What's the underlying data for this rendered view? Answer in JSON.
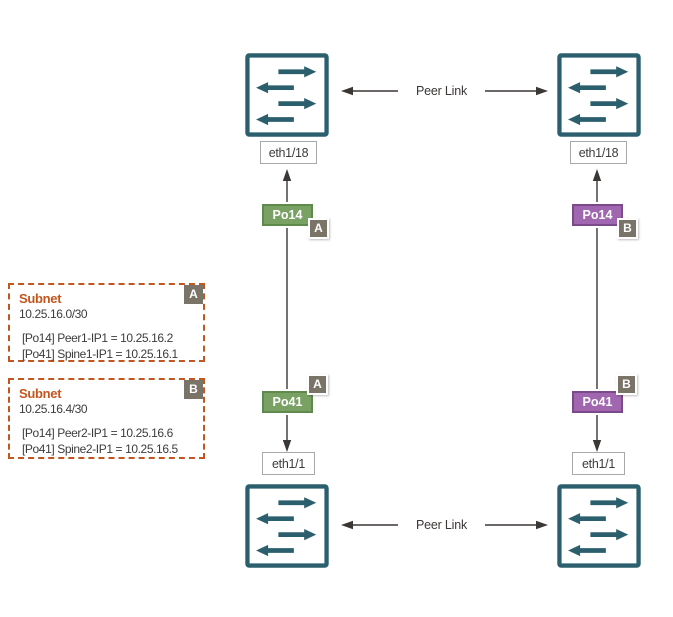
{
  "colors": {
    "switch_teal": "#2C5F6E",
    "connector_dark": "#3B3735",
    "po_green_fill": "#7AA164",
    "po_green_border": "#5E8A4C",
    "po_purple_fill": "#A166B0",
    "po_purple_border": "#7C4A8A",
    "ref_badge_gray": "#7A7367",
    "subnet_orange": "#C2561F",
    "text_dark": "#3C3C3C"
  },
  "devices": {
    "top_left": {
      "port": "eth1/18"
    },
    "top_right": {
      "port": "eth1/18"
    },
    "bottom_left": {
      "port": "eth1/1"
    },
    "bottom_right": {
      "port": "eth1/1"
    }
  },
  "links": {
    "peer_link_top": "Peer Link",
    "peer_link_bottom": "Peer Link"
  },
  "port_channels": {
    "left_po14": {
      "label": "Po14",
      "ref": "A"
    },
    "left_po41": {
      "label": "Po41",
      "ref": "A"
    },
    "right_po14": {
      "label": "Po14",
      "ref": "B"
    },
    "right_po41": {
      "label": "Po41",
      "ref": "B"
    }
  },
  "subnets": [
    {
      "ref": "A",
      "title": "Subnet",
      "cidr": "10.25.16.0/30",
      "entries": [
        "[Po14] Peer1-IP1 = 10.25.16.2",
        "[Po41] Spine1-IP1 = 10.25.16.1"
      ]
    },
    {
      "ref": "B",
      "title": "Subnet",
      "cidr": "10.25.16.4/30",
      "entries": [
        "[Po14] Peer2-IP1 = 10.25.16.6",
        "[Po41] Spine2-IP1 = 10.25.16.5"
      ]
    }
  ]
}
